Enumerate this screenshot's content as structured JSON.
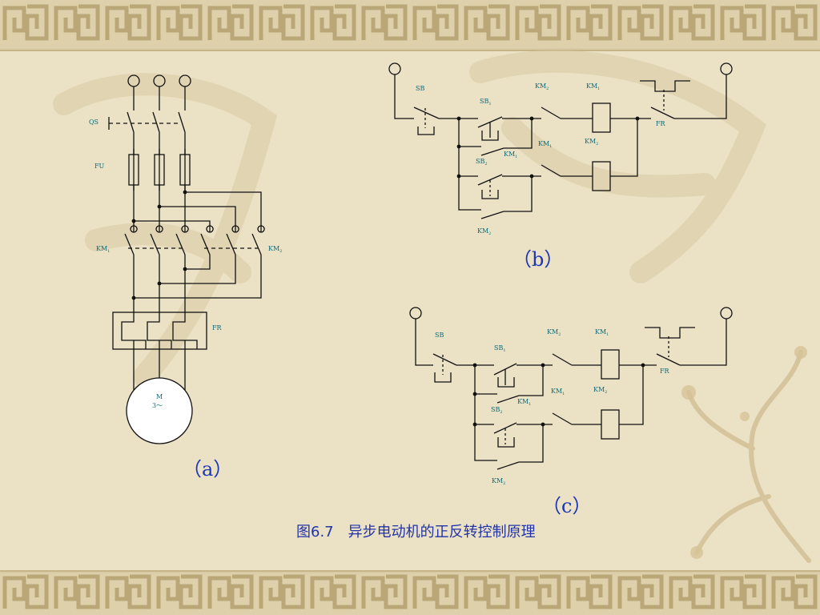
{
  "labels": {
    "qs": "QS",
    "fu": "FU",
    "km1": "KM",
    "km2": "KM",
    "fr": "FR",
    "sb": "SB",
    "sb1": "SB",
    "sb2": "SB",
    "sub1": "1",
    "sub2": "2",
    "motor": "M",
    "motor_phase": "3～"
  },
  "captions": {
    "a": "（a）",
    "b": "（b）",
    "c": "（c）"
  },
  "figure_caption": "图6.7　异步电动机的正反转控制原理",
  "colors": {
    "line": "#111111",
    "label": "#0a6b78",
    "caption": "#1a35b8",
    "background": "#ebe1c5",
    "border_band": "#d9cba5"
  },
  "icons": {
    "border": "chinese-fret-border",
    "watermark": "calligraphy-watermark",
    "decoration": "plum-blossom-branch"
  }
}
